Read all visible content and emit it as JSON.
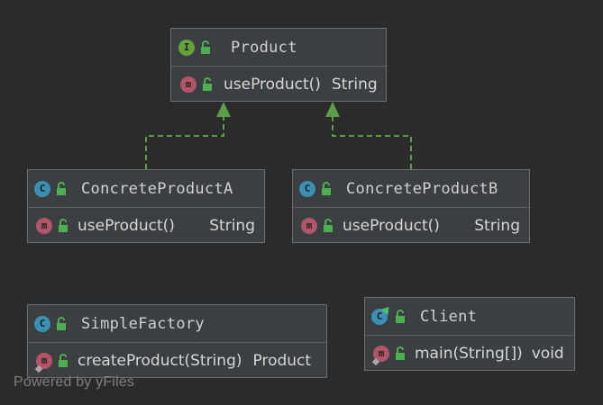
{
  "diagram": {
    "product": {
      "badge": "I",
      "name": "Product",
      "method": {
        "badge": "m",
        "signature": "useProduct()",
        "return": "String"
      }
    },
    "concrete_a": {
      "badge": "C",
      "name": "ConcreteProductA",
      "method": {
        "badge": "m",
        "signature": "useProduct()",
        "return": "String"
      }
    },
    "concrete_b": {
      "badge": "C",
      "name": "ConcreteProductB",
      "method": {
        "badge": "m",
        "signature": "useProduct()",
        "return": "String"
      }
    },
    "simple_factory": {
      "badge": "C",
      "name": "SimpleFactory",
      "method": {
        "badge": "m",
        "signature": "createProduct(String)",
        "return": "Product"
      }
    },
    "client": {
      "badge": "C",
      "name": "Client",
      "method": {
        "badge": "m",
        "signature": "main(String[])",
        "return": "void"
      }
    }
  },
  "watermark": "Powered by yFiles",
  "colors": {
    "background": "#2b2b2b",
    "node_fill": "#3c3f41",
    "class_badge": "#3a8fb3",
    "interface_badge": "#62a33a",
    "method_badge": "#b35569",
    "realization_edge": "#5a9e48"
  }
}
